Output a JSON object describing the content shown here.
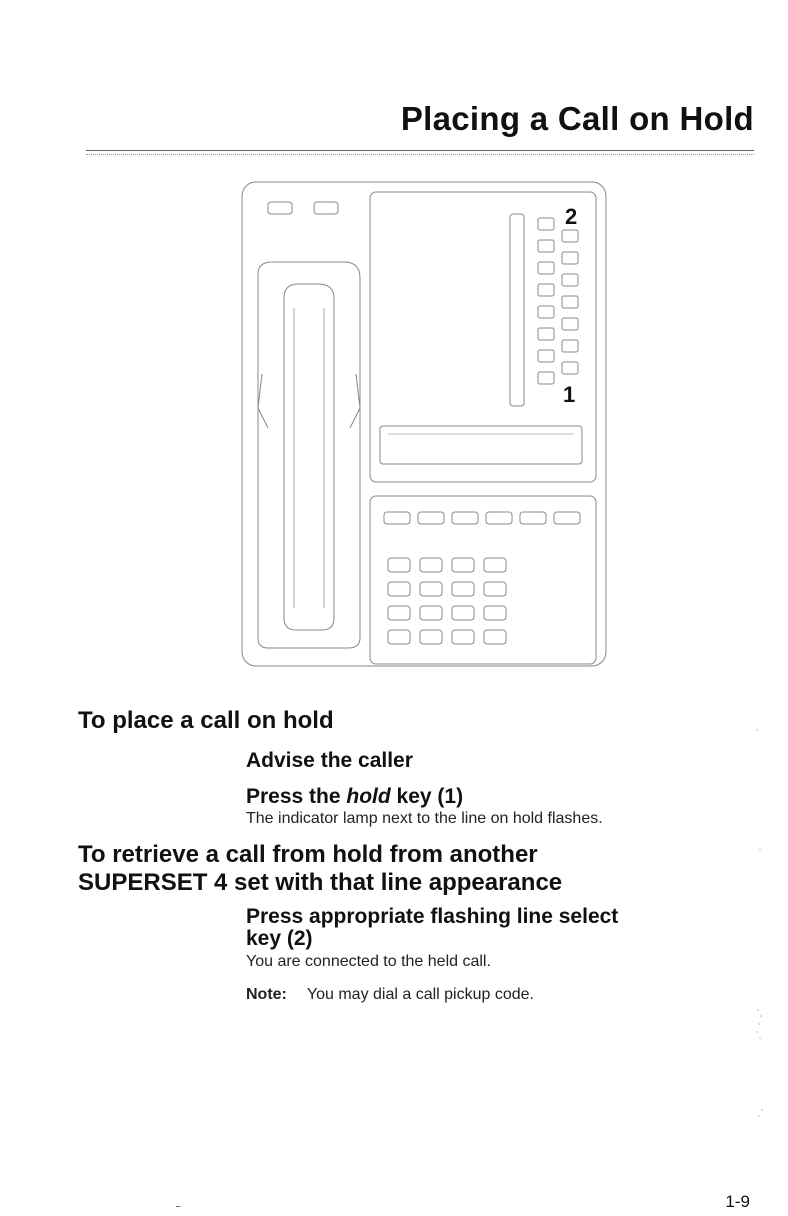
{
  "page": {
    "title": "Placing a Call on Hold",
    "page_number": "1-9"
  },
  "figure": {
    "callouts": {
      "line_select": "2",
      "hold": "1"
    }
  },
  "section_hold": {
    "heading": "To place a call on hold",
    "step1": "Advise the caller",
    "step2_prefix": "Press the ",
    "step2_key": "hold",
    "step2_suffix": " key (1)",
    "step2_detail": "The indicator lamp next to the line on hold flashes."
  },
  "section_retrieve": {
    "heading_line1": "To retrieve a call from hold from another",
    "heading_line2": "SUPERSET 4 set with that line appearance",
    "step_line1": "Press appropriate flashing line select",
    "step_line2": "key (2)",
    "step_detail": "You are connected to the held call.",
    "note_label": "Note:",
    "note_text": "You may dial a call pickup code."
  }
}
